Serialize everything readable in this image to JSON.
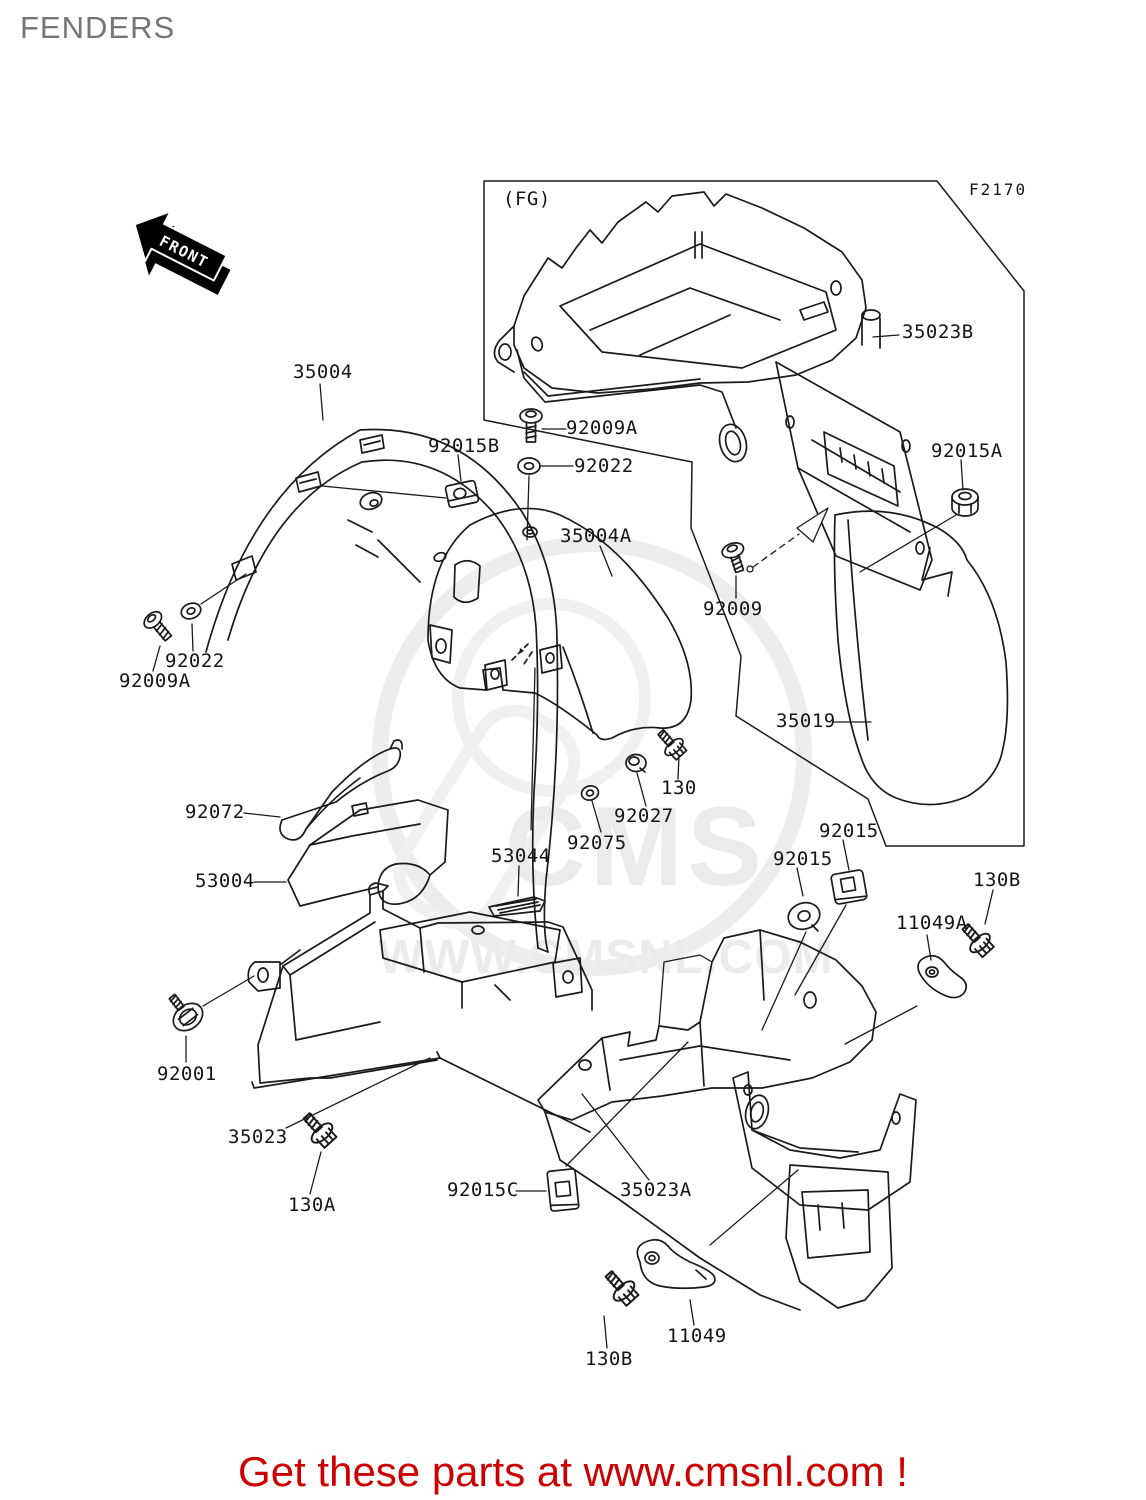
{
  "page": {
    "title": "FENDERS",
    "variant": "(FG)",
    "diagram_code": "F2170",
    "front_marker": "FRONT",
    "footer": "Get these parts at www.cmsnl.com !"
  },
  "watermark": {
    "logo_text": "CMS",
    "url_text": "WWW.CMSNL.COM"
  },
  "labels": [
    {
      "text": "(FG)"
    },
    {
      "text": "F2170"
    },
    {
      "text": "35023B"
    },
    {
      "text": "35004"
    },
    {
      "text": "92015B"
    },
    {
      "text": "92009A"
    },
    {
      "text": "92022"
    },
    {
      "text": "35004A"
    },
    {
      "text": "92015A"
    },
    {
      "text": "92009"
    },
    {
      "text": "92022"
    },
    {
      "text": "92009A"
    },
    {
      "text": "35019"
    },
    {
      "text": "130"
    },
    {
      "text": "92072"
    },
    {
      "text": "92027"
    },
    {
      "text": "92075"
    },
    {
      "text": "92015"
    },
    {
      "text": "92015"
    },
    {
      "text": "53044"
    },
    {
      "text": "53004"
    },
    {
      "text": "130B"
    },
    {
      "text": "11049A"
    },
    {
      "text": "92001"
    },
    {
      "text": "35023"
    },
    {
      "text": "130A"
    },
    {
      "text": "92015C"
    },
    {
      "text": "35023A"
    },
    {
      "text": "11049"
    },
    {
      "text": "130B"
    }
  ]
}
